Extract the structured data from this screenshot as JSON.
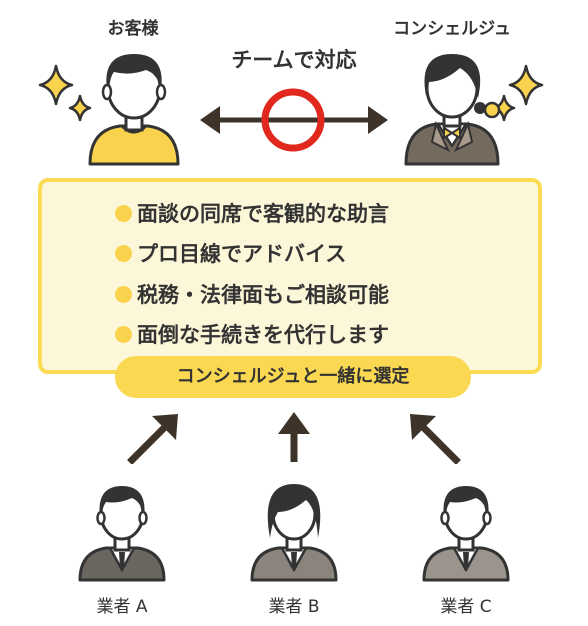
{
  "top": {
    "customer_label": "お客様",
    "concierge_label": "コンシェルジュ",
    "team_label": "チームで対応"
  },
  "panel": {
    "points": [
      "面談の同席で客観的な助言",
      "プロ目線でアドバイス",
      "税務・法律面もご相談可能",
      "面倒な手続きを代行します"
    ],
    "selection_label": "コンシェルジュと一緒に選定"
  },
  "vendors": [
    {
      "label": "業者 A"
    },
    {
      "label": "業者 B"
    },
    {
      "label": "業者 C"
    }
  ],
  "colors": {
    "accent_yellow": "#fad34e",
    "panel_fill": "#fdf7d9",
    "circle_red": "#e0281c",
    "arrow_dark": "#3d3328"
  }
}
